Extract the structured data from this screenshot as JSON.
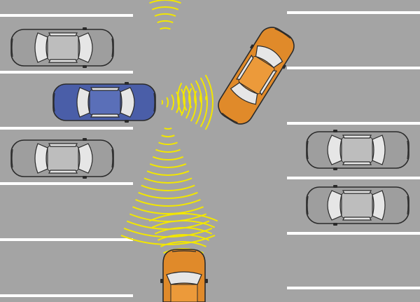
{
  "colors": {
    "asphalt": "#a4a4a4",
    "parked_car": "#9e9e9e",
    "parked_car_roof": "#bdbdbd",
    "blue_car": "#4a5ea8",
    "blue_car_roof": "#5a6fb8",
    "orange_car": "#e08a2a",
    "orange_car_roof": "#ec9a3a",
    "sensor_wave": "#f2e600",
    "parking_line": "#ffffff"
  },
  "icons": [
    "parked-car",
    "reversing-car",
    "turning-car",
    "approaching-car",
    "sensor-wave"
  ]
}
